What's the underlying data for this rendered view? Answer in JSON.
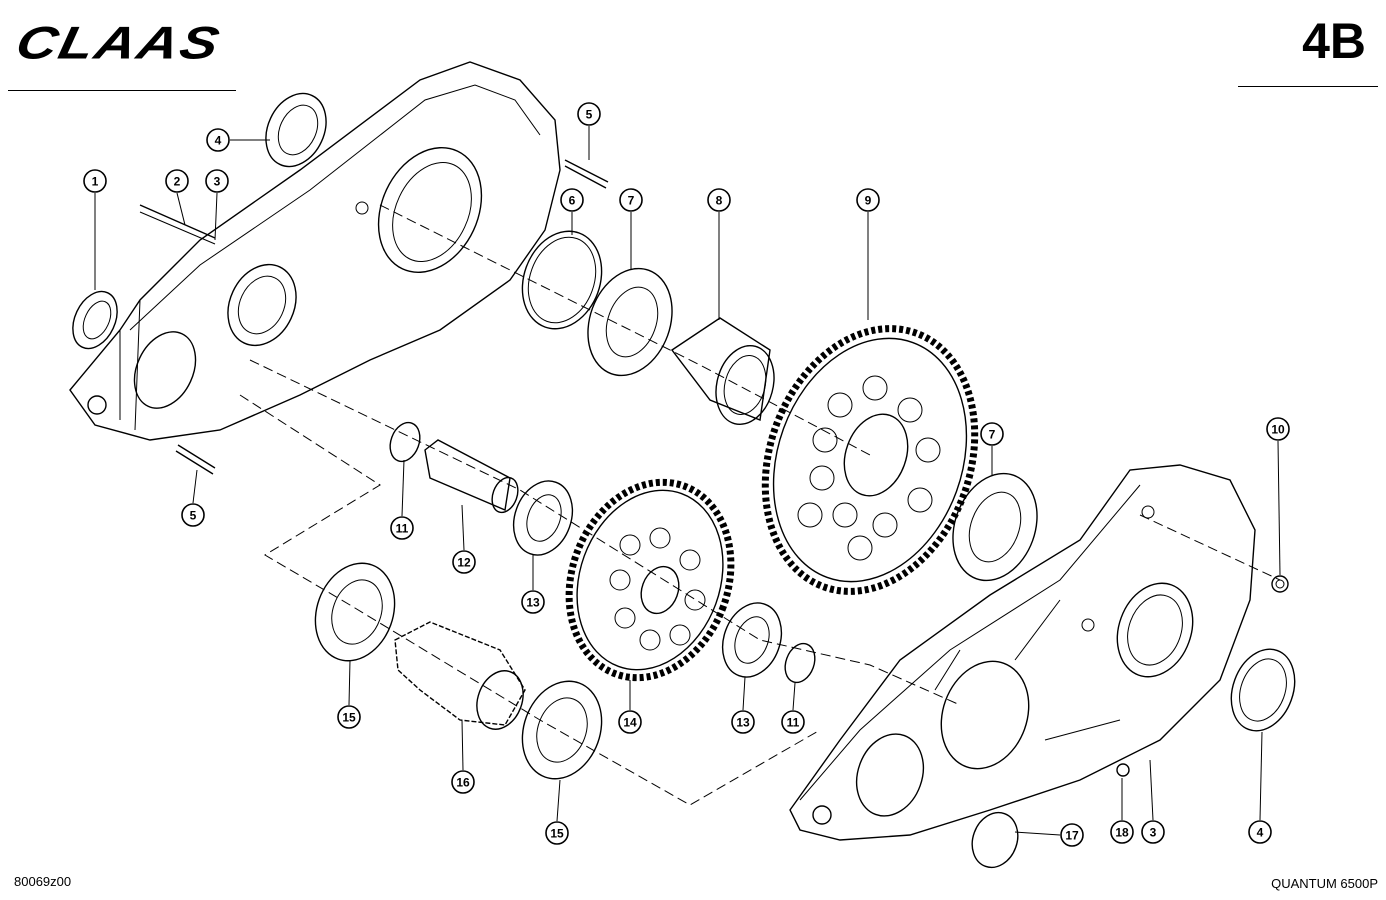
{
  "header": {
    "brand": "CLAAS",
    "page_code": "4B"
  },
  "footer": {
    "drawing_number": "80069z00",
    "model": "QUANTUM 6500P"
  },
  "callouts": [
    {
      "id": "c1",
      "label": "1"
    },
    {
      "id": "c2",
      "label": "2"
    },
    {
      "id": "c3a",
      "label": "3"
    },
    {
      "id": "c4a",
      "label": "4"
    },
    {
      "id": "c5a",
      "label": "5"
    },
    {
      "id": "c5b",
      "label": "5"
    },
    {
      "id": "c6",
      "label": "6"
    },
    {
      "id": "c7a",
      "label": "7"
    },
    {
      "id": "c8",
      "label": "8"
    },
    {
      "id": "c9",
      "label": "9"
    },
    {
      "id": "c7b",
      "label": "7"
    },
    {
      "id": "c10",
      "label": "10"
    },
    {
      "id": "c11a",
      "label": "11"
    },
    {
      "id": "c12",
      "label": "12"
    },
    {
      "id": "c13a",
      "label": "13"
    },
    {
      "id": "c15a",
      "label": "15"
    },
    {
      "id": "c16",
      "label": "16"
    },
    {
      "id": "c14",
      "label": "14"
    },
    {
      "id": "c13b",
      "label": "13"
    },
    {
      "id": "c11b",
      "label": "11"
    },
    {
      "id": "c15b",
      "label": "15"
    },
    {
      "id": "c17",
      "label": "17"
    },
    {
      "id": "c18",
      "label": "18"
    },
    {
      "id": "c3b",
      "label": "3"
    },
    {
      "id": "c4b",
      "label": "4"
    }
  ]
}
